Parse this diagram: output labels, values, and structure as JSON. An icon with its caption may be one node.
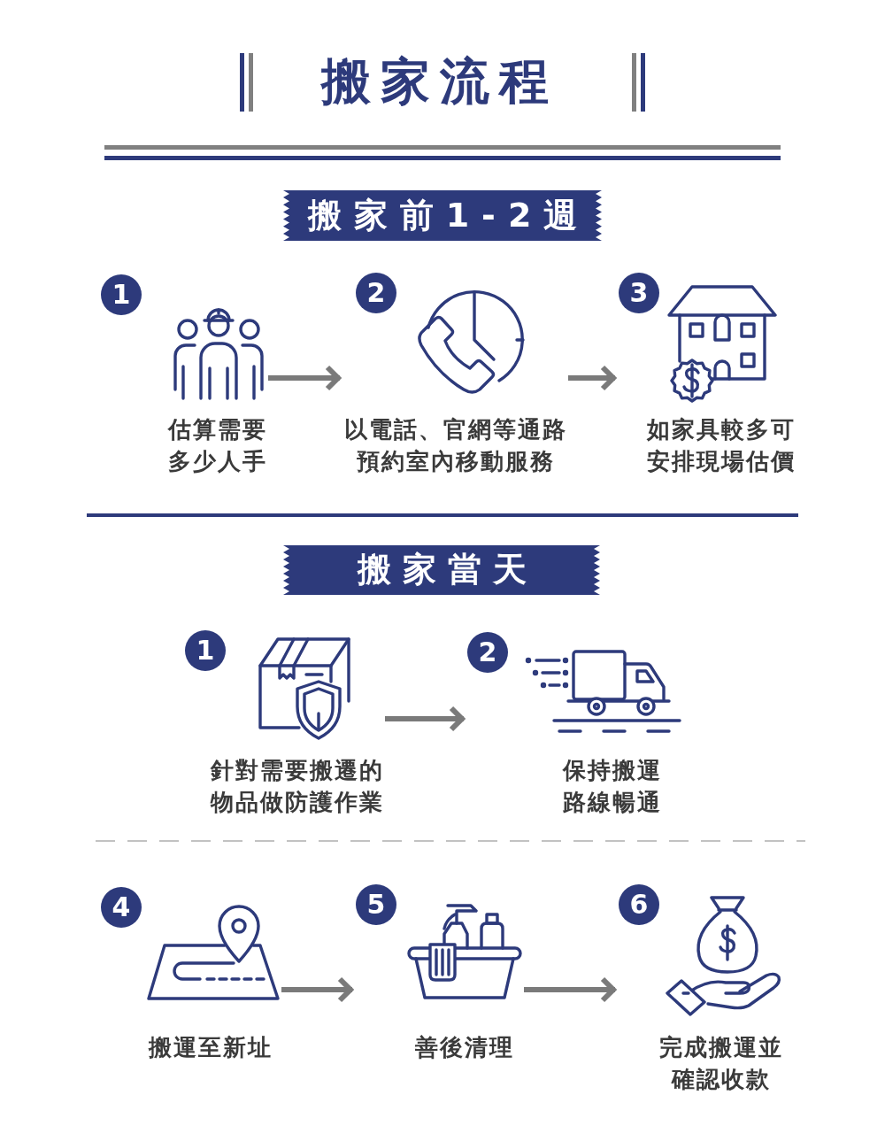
{
  "diagram": {
    "title": "搬家流程",
    "nodes": [
      {
        "text": [
          "搬家前1-2週"
        ]
      },
      {
        "text": [
          "1",
          "估算需要多少人手"
        ]
      },
      {
        "text": [
          "2",
          "以電話、官網等通路預約室內移動服務"
        ]
      },
      {
        "text": [
          "3",
          "如家具較多可安排現場估價"
        ]
      },
      {
        "text": [
          "搬家當天"
        ]
      },
      {
        "text": [
          "1",
          "針對需要搬遷的物品做防護作業"
        ]
      },
      {
        "text": [
          "2",
          "保持搬運路線暢通"
        ]
      },
      {
        "text": [
          "4",
          "搬運至新址"
        ]
      },
      {
        "text": [
          "5",
          "善後清理"
        ]
      },
      {
        "text": [
          "6",
          "完成搬運並確認收款"
        ]
      }
    ],
    "edges": [
      {
        "from": 1,
        "to": 2,
        "arrow": "to"
      },
      {
        "from": 2,
        "to": 3,
        "arrow": "to"
      },
      {
        "from": 5,
        "to": 6,
        "arrow": "to"
      },
      {
        "from": 7,
        "to": 8,
        "arrow": "to"
      },
      {
        "from": 8,
        "to": 9,
        "arrow": "to"
      }
    ]
  }
}
